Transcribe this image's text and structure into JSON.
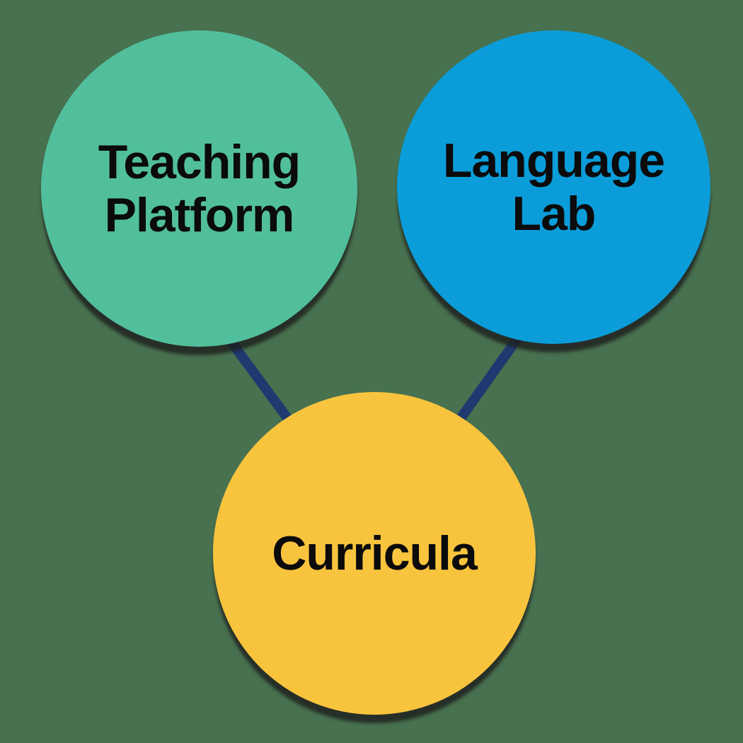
{
  "diagram": {
    "background_color": "#48714F",
    "shadow_color": "#2E302F",
    "nodes": [
      {
        "id": "teaching-platform",
        "label": "Teaching Platform",
        "lines": [
          "Teaching",
          "Platform"
        ],
        "color": "#52BF9C",
        "text_color": "#0B0B0B"
      },
      {
        "id": "language-lab",
        "label": "Language Lab",
        "lines": [
          "Language",
          "Lab"
        ],
        "color": "#0A9DD9",
        "text_color": "#0B0B0B"
      },
      {
        "id": "curricula",
        "label": "Curricula",
        "lines": [
          "Curricula"
        ],
        "color": "#F9C43D",
        "text_color": "#0B0B0B"
      }
    ],
    "connectors": [
      {
        "from": "teaching-platform",
        "to": "curricula",
        "color": "#1F3A70"
      },
      {
        "from": "language-lab",
        "to": "curricula",
        "color": "#1F3A70"
      }
    ]
  }
}
